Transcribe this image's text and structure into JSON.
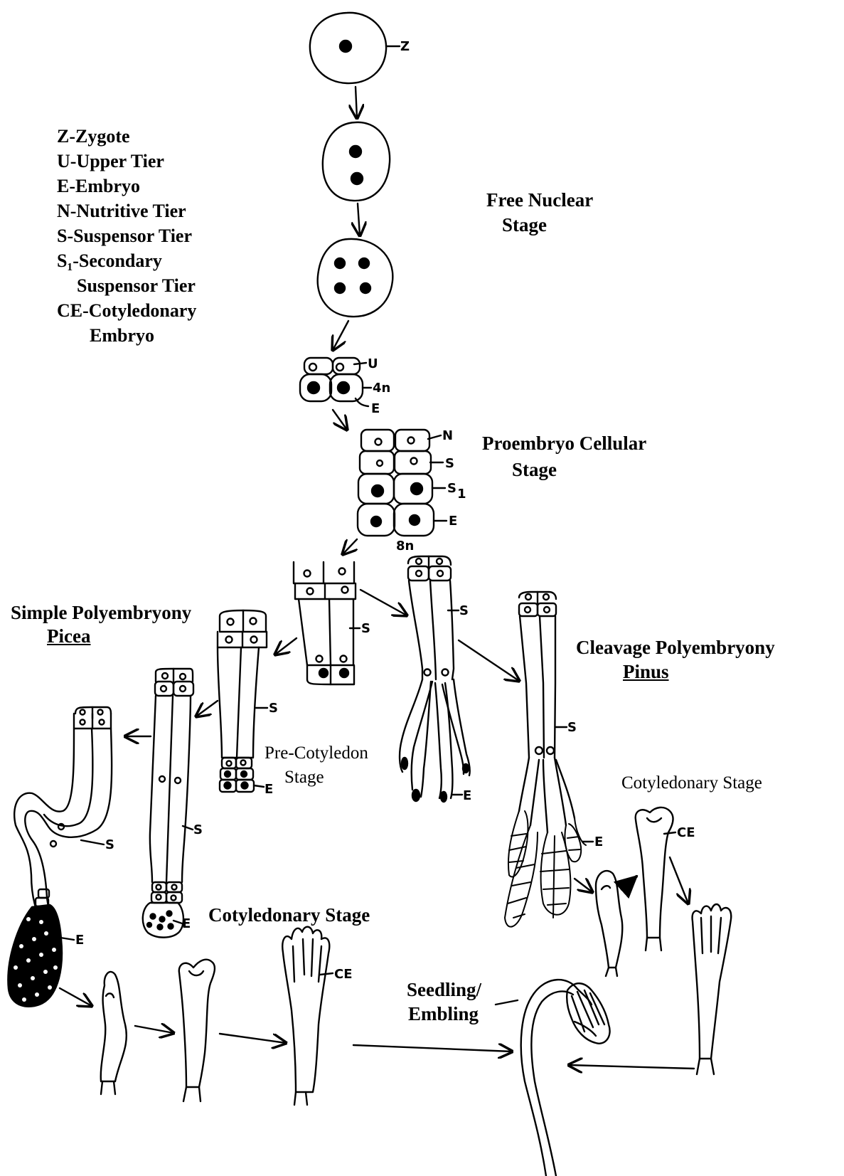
{
  "legend": [
    "Z-Zygote",
    "U-Upper Tier",
    "E-Embryo",
    "N-Nutritive Tier",
    "S-Suspensor Tier",
    "S₁-Secondary",
    "Suspensor Tier",
    "CE-Cotyledonary",
    "Embryo"
  ],
  "headings": {
    "free_nuclear_1": "Free Nuclear",
    "free_nuclear_2": "Stage",
    "proembryo_1": "Proembryo Cellular",
    "proembryo_2": "Stage",
    "simple_poly": "Simple Polyembryony",
    "picea": "Picea",
    "cleavage_poly": "Cleavage Polyembryony",
    "pinus": "Pinus",
    "pre_cot_1": "Pre-Cotyledon",
    "pre_cot_2": "Stage",
    "cot_stage_right": "Cotyledonary Stage",
    "cot_stage_left": "Cotyledonary Stage",
    "seedling_1": "Seedling/",
    "seedling_2": "Embling"
  },
  "labels": {
    "z": "Z",
    "u": "U",
    "four_n": "4n",
    "e": "E",
    "n": "N",
    "s": "S",
    "s1": "S",
    "s1_sub": "1",
    "eight_n": "8n",
    "ce": "CE"
  }
}
